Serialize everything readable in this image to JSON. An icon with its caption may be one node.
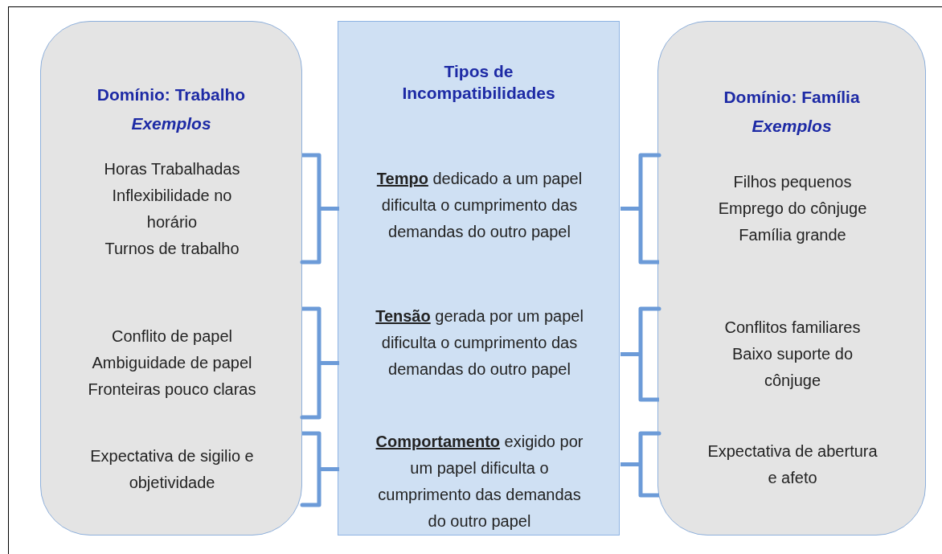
{
  "diagram": {
    "nodes": [
      {
        "text": [
          "Domínio: Trabalho",
          "Exemplos"
        ]
      },
      {
        "text": [
          "Horas Trabalhadas",
          "Inflexibilidade no horário",
          "Turnos de trabalho"
        ],
        "in": 0
      },
      {
        "text": [
          "Conflito de papel",
          "Ambiguidade de papel",
          "Fronteiras pouco claras"
        ],
        "in": 0
      },
      {
        "text": [
          "Expectativa de sigilio e objetividade"
        ],
        "in": 0
      },
      {
        "text": [
          "Tipos de Incompatibilidades"
        ]
      },
      {
        "text": [
          "**Tempo** dedicado a um papel dificulta o cumprimento das demandas do outro papel"
        ],
        "in": 4
      },
      {
        "text": [
          "**Tensão** gerada por um papel dificulta o cumprimento das demandas do outro papel"
        ],
        "in": 4
      },
      {
        "text": [
          "**Comportamento** exigido por um papel dificulta o cumprimento das demandas do outro papel"
        ],
        "in": 4
      },
      {
        "text": [
          "Domínio: Família",
          "Exemplos"
        ]
      },
      {
        "text": [
          "Filhos pequenos",
          "Emprego do cônjuge",
          "Família grande"
        ],
        "in": 8
      },
      {
        "text": [
          "Conflitos familiares",
          "Baixo suporte do cônjuge"
        ],
        "in": 8
      },
      {
        "text": [
          "Expectativa de abertura e afeto"
        ],
        "in": 8
      }
    ],
    "edges": [
      {
        "from": 1,
        "to": 5,
        "arrow": "none"
      },
      {
        "from": 2,
        "to": 6,
        "arrow": "none"
      },
      {
        "from": 3,
        "to": 7,
        "arrow": "none"
      },
      {
        "from": 5,
        "to": 9,
        "arrow": "none"
      },
      {
        "from": 6,
        "to": 10,
        "arrow": "none"
      },
      {
        "from": 7,
        "to": 11,
        "arrow": "none"
      }
    ]
  }
}
